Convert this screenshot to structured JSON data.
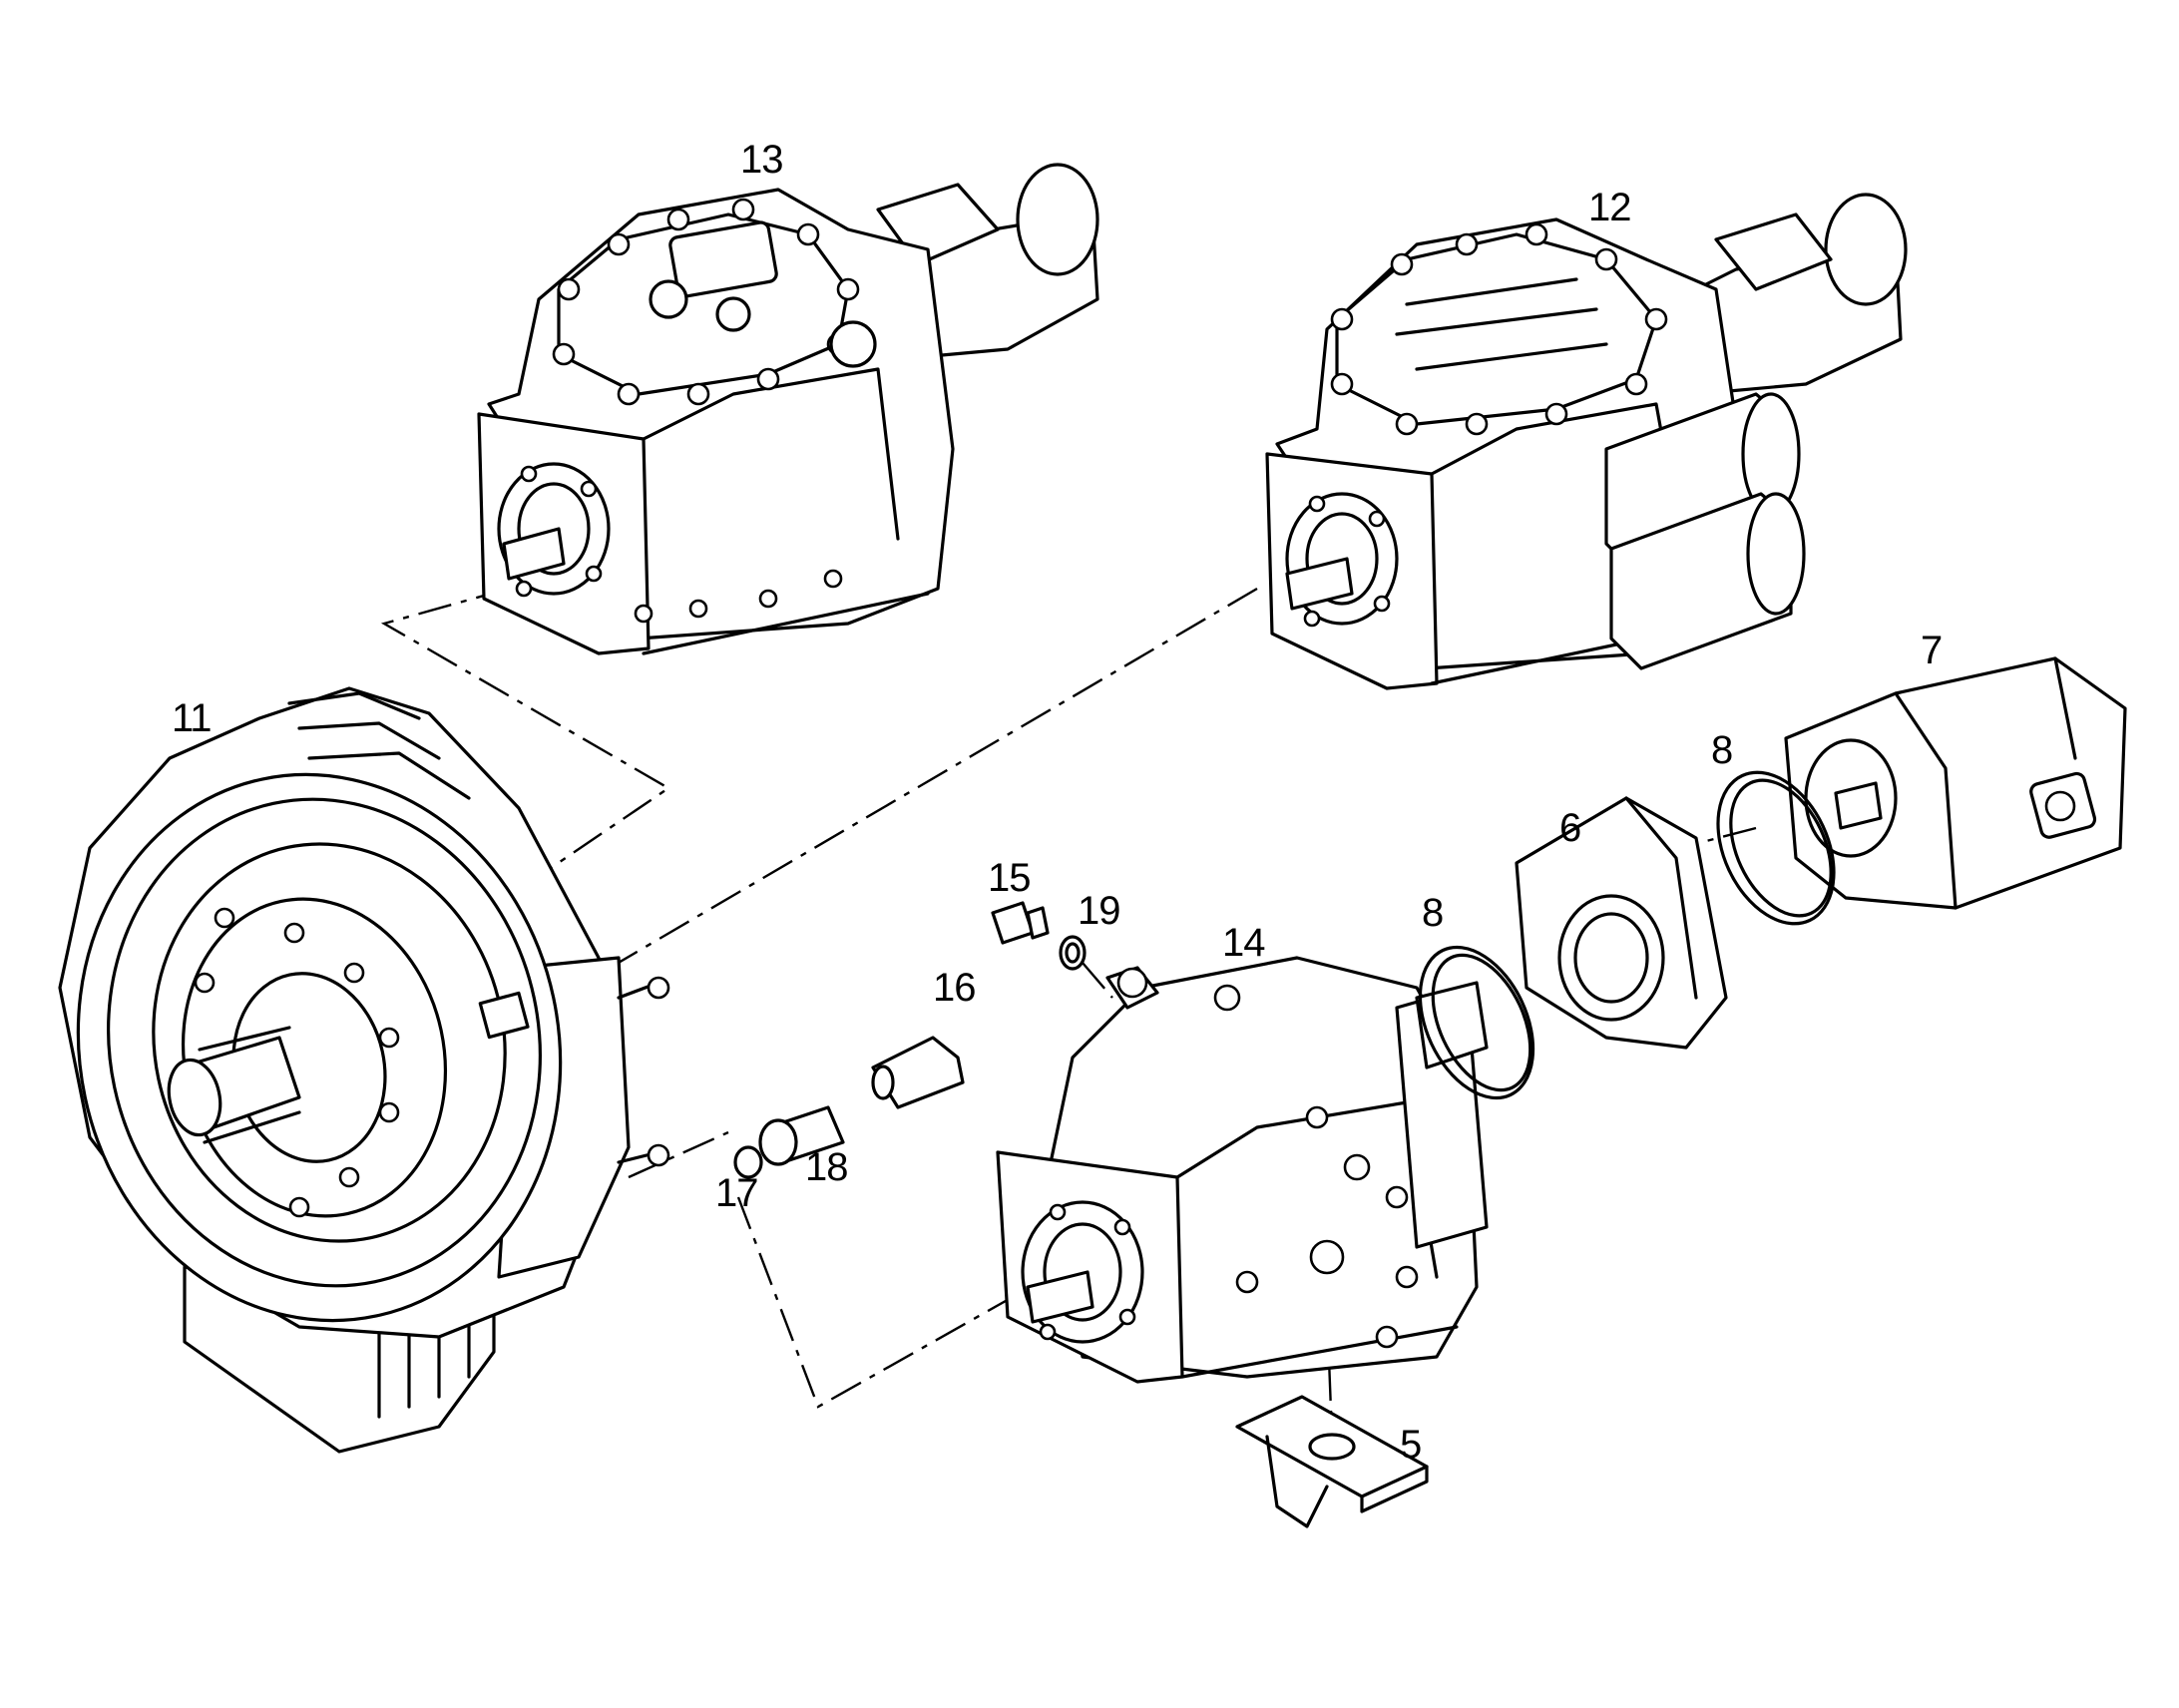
{
  "callouts": {
    "c5": "5",
    "c6": "6",
    "c7": "7",
    "c8a": "8",
    "c8b": "8",
    "c11": "11",
    "c12": "12",
    "c13": "13",
    "c14": "14",
    "c15": "15",
    "c16": "16",
    "c17": "17",
    "c18": "18",
    "c19": "19"
  },
  "colors": {
    "ink": "#000000",
    "paper": "#ffffff"
  }
}
